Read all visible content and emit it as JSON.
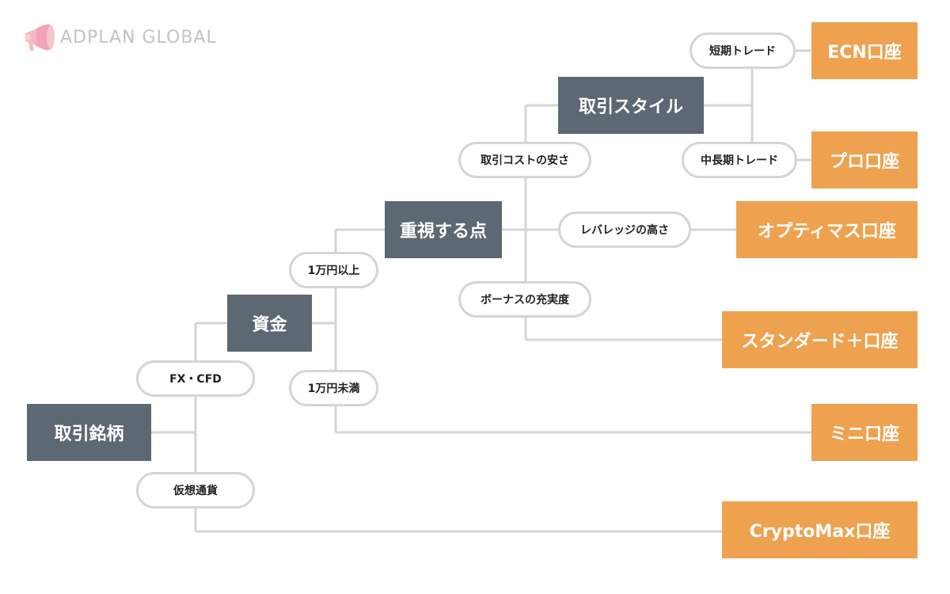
{
  "brand": {
    "name": "ADPLAN GLOBAL",
    "icon": "megaphone-icon",
    "color": "#c3c3c3"
  },
  "colors": {
    "decision": "#5d6872",
    "result": "#eea24f",
    "line": "#d5d5d5"
  },
  "decisions": {
    "root": "取引銘柄",
    "capital": "資金",
    "priority": "重視する点",
    "style": "取引スタイル"
  },
  "conditions": {
    "fx_cfd": "FX・CFD",
    "crypto": "仮想通貨",
    "over_10k": "1万円以上",
    "under_10k": "1万円未満",
    "cost": "取引コストの安さ",
    "leverage": "レバレッジの高さ",
    "bonus": "ボーナスの充実度",
    "short_term": "短期トレード",
    "mid_long_term": "中長期トレード"
  },
  "results": {
    "ecn": "ECN口座",
    "pro": "プロ口座",
    "optimus": "オプティマス口座",
    "standard_plus": "スタンダード＋口座",
    "mini": "ミニ口座",
    "cryptomax": "CryptoMax口座"
  }
}
